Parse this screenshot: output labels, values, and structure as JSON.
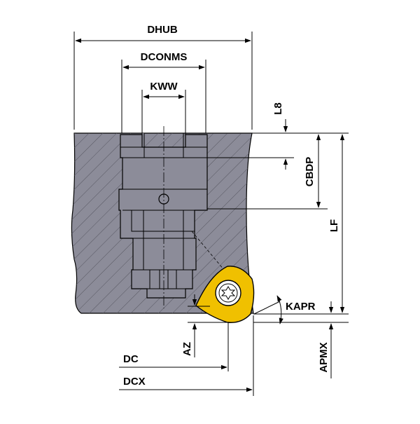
{
  "labels": {
    "dhub": "DHUB",
    "dconms": "DCONMS",
    "kww": "KWW",
    "l8": "L8",
    "cbdp": "CBDP",
    "lf": "LF",
    "kapr": "KAPR",
    "az": "AZ",
    "apmx": "APMX",
    "dc": "DC",
    "dcx": "DCX"
  },
  "colors": {
    "body": "#8c8c99",
    "insert": "#f0c000",
    "line": "#000000"
  }
}
